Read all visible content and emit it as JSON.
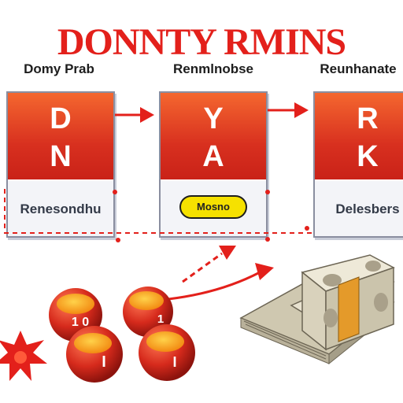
{
  "title": "DONNTY RMINS",
  "steps": [
    {
      "label": "Domy Prab",
      "letters": [
        "D",
        "N"
      ],
      "caption": "Renesondhu"
    },
    {
      "label": "Renmlnobse",
      "letters": [
        "Y",
        "A"
      ],
      "caption": "Mosno"
    },
    {
      "label": "Reunhanate",
      "letters": [
        "R",
        "K"
      ],
      "caption": "Delesbers"
    }
  ],
  "balls": [
    {
      "text": "1 0"
    },
    {
      "text": "1"
    },
    {
      "text": "I"
    },
    {
      "text": "I"
    }
  ],
  "colors": {
    "accent": "#e3201b",
    "card_top": "#d8301f",
    "pill": "#f6e100"
  }
}
